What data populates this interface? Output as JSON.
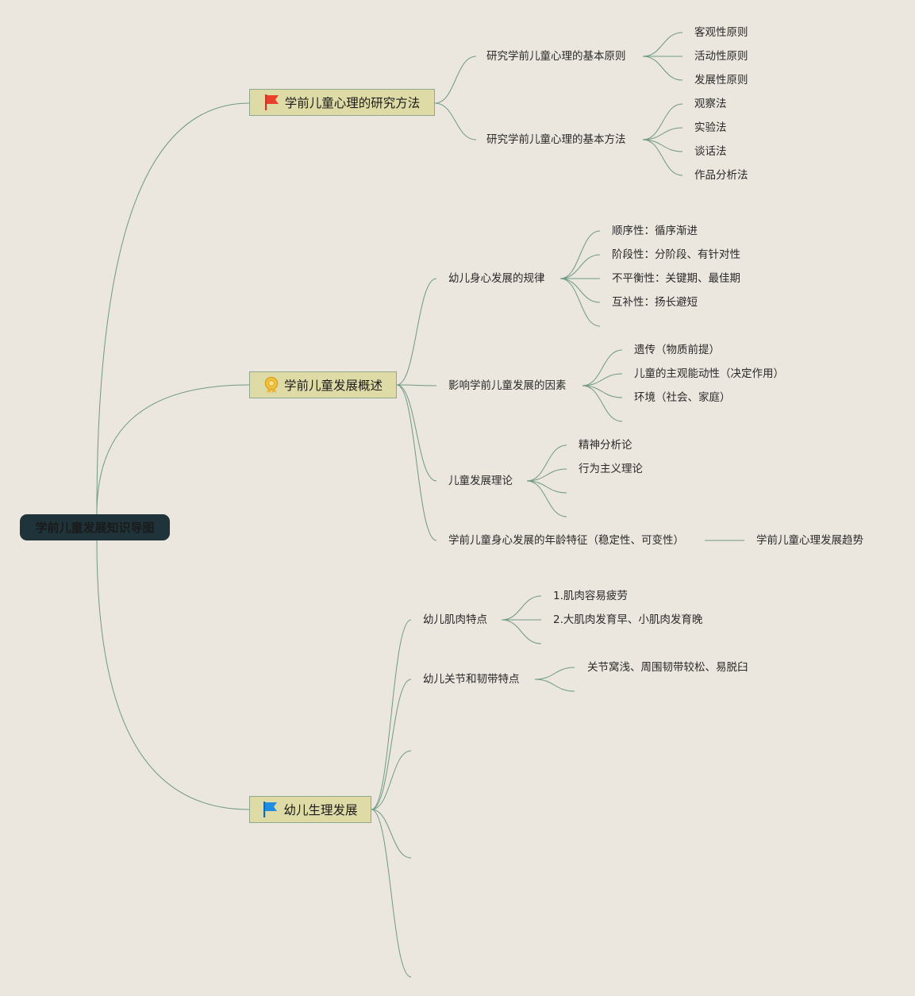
{
  "root": "学前儿童发展知识导图",
  "branches": [
    {
      "title": "学前儿童心理的研究方法",
      "icon": "red-flag-icon",
      "children": [
        {
          "label": "研究学前儿童心理的基本原则",
          "items": [
            "客观性原则",
            "活动性原则",
            "发展性原则"
          ]
        },
        {
          "label": "研究学前儿童心理的基本方法",
          "items": [
            "观察法",
            "实验法",
            "谈话法",
            "作品分析法"
          ]
        }
      ]
    },
    {
      "title": "学前儿童发展概述",
      "icon": "award-medal-icon",
      "children": [
        {
          "label": "幼儿身心发展的规律",
          "items": [
            "顺序性：循序渐进",
            "阶段性：分阶段、有针对性",
            "不平衡性：关键期、最佳期",
            "互补性：扬长避短"
          ]
        },
        {
          "label": "影响学前儿童发展的因素",
          "items": [
            "遗传（物质前提）",
            "儿童的主观能动性（决定作用）",
            "环境（社会、家庭）"
          ]
        },
        {
          "label": "儿童发展理论",
          "items": [
            "精神分析论",
            "行为主义理论"
          ]
        },
        {
          "label": "学前儿童身心发展的年龄特征（稳定性、可变性）",
          "items": [
            "学前儿童心理发展趋势"
          ]
        }
      ]
    },
    {
      "title": "幼儿生理发展",
      "icon": "blue-flag-icon",
      "children": [
        {
          "label": "幼儿肌肉特点",
          "items": [
            "1.肌肉容易疲劳",
            "2.大肌肉发育早、小肌肉发育晚"
          ]
        },
        {
          "label": "幼儿关节和韧带特点",
          "items": [
            "关节窝浅、周围韧带较松、易脱臼"
          ]
        }
      ]
    }
  ],
  "colors": {
    "background": "#ebe6de",
    "root_fill": "#1f333b",
    "branch_fill": "#dedba6",
    "connector": "#6f9a86"
  }
}
